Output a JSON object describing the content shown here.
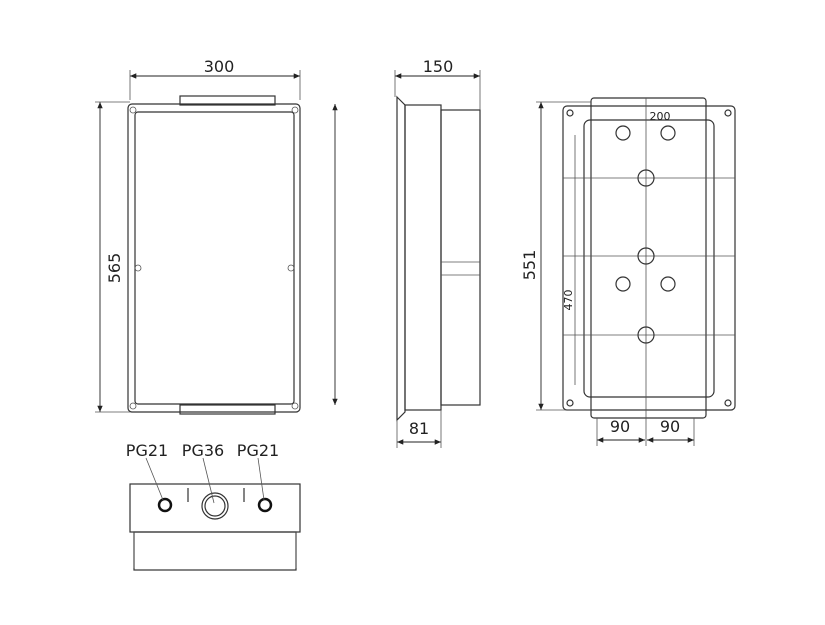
{
  "front_view": {
    "width_label": "300",
    "height_label": "565"
  },
  "side_view": {
    "depth_label": "150",
    "inner_depth_label": "81"
  },
  "back_view": {
    "height_label": "551",
    "mount_width_label": "200",
    "mount_height_label": "470",
    "left_spacing_label": "90",
    "right_spacing_label": "90"
  },
  "bottom_view": {
    "glands": [
      "PG21",
      "PG36",
      "PG21"
    ]
  }
}
